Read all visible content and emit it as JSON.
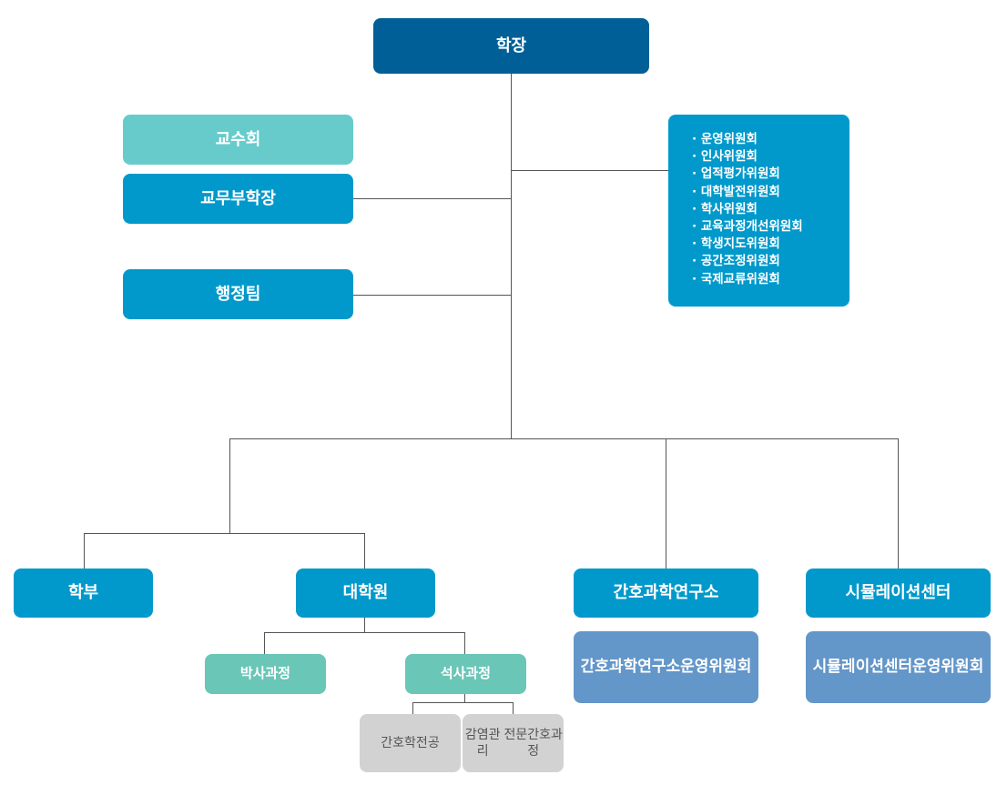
{
  "president": "학장",
  "faculty_council": "교수회",
  "vice_dean": "교무부학장",
  "admin_team": "행정팀",
  "committees": [
    "운영위원회",
    "인사위원회",
    "업적평가위원회",
    "대학발전위원회",
    "학사위원회",
    "교육과정개선위원회",
    "학생지도위원회",
    "공간조정위원회",
    "국제교류위원회"
  ],
  "undergraduate": "학부",
  "graduate_school": "대학원",
  "nursing_institute": "간호과학연구소",
  "simulation_center": "시뮬레이션센터",
  "doctoral_course": "박사과정",
  "masters_course": "석사과정",
  "nursing_major": "간호학전공",
  "infection_control": {
    "line1": "감염관리",
    "line2": "전문간호과정"
  },
  "institute_committee": {
    "line1": "간호과학연구소",
    "line2": "운영위원회"
  },
  "center_committee": {
    "line1": "시뮬레이션센터",
    "line2": "운영위원회"
  }
}
